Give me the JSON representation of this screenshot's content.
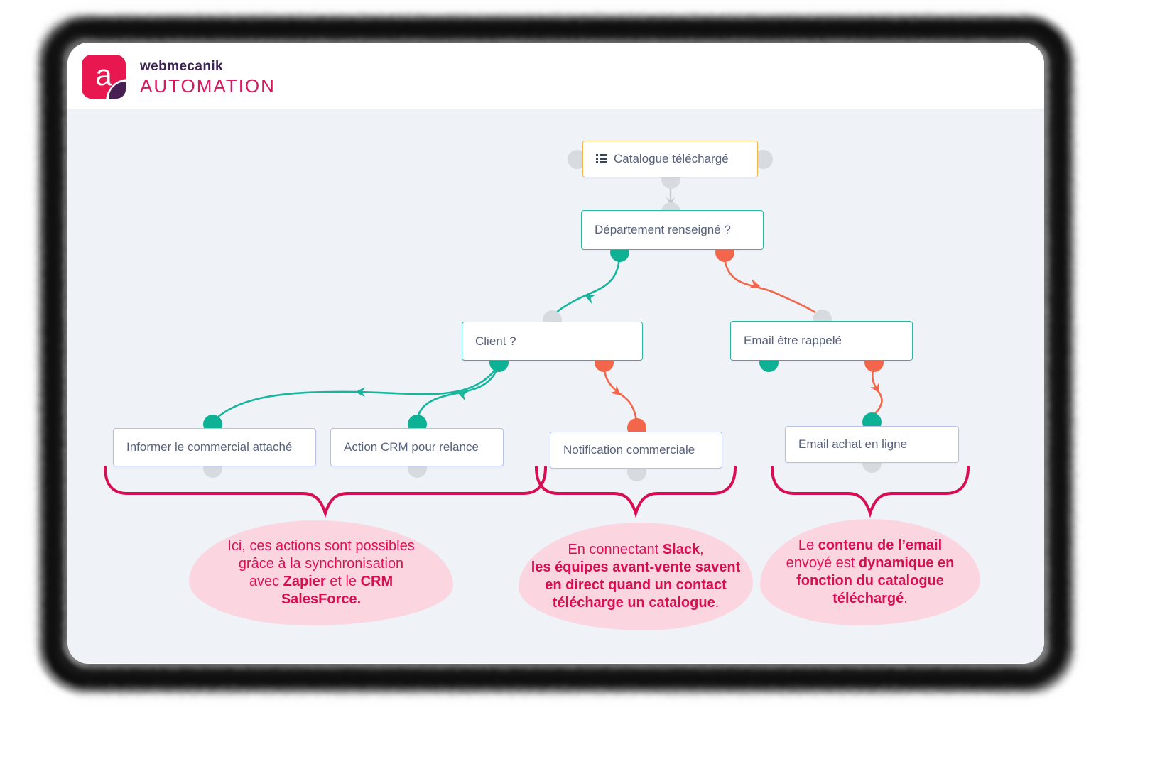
{
  "brand": {
    "logo_letter": "a",
    "name": "webmecanik",
    "product": "AUTOMATION"
  },
  "colors": {
    "teal": "#0fb195",
    "coral": "#f4664c",
    "gray_dot": "#d7dbe0",
    "crimson": "#d90e52",
    "bubble_pink": "#fbd6e0",
    "source_border": "#f2b64a",
    "condition_border": "#2bb7a1",
    "action_border": "#b9c1e9",
    "canvas_bg": "#eff3f8",
    "brand_pink": "#e8174f",
    "brand_purple": "#3d2254"
  },
  "diagram": {
    "nodes": [
      {
        "id": "catalogue",
        "label": "Catalogue téléchargé",
        "type": "source",
        "icon": "list-icon"
      },
      {
        "id": "departement",
        "label": "Département renseigné ?",
        "type": "condition"
      },
      {
        "id": "client",
        "label": "Client ?",
        "type": "condition"
      },
      {
        "id": "email-rappel",
        "label": "Email être rappelé",
        "type": "condition"
      },
      {
        "id": "informer",
        "label": "Informer le commercial attaché",
        "type": "action"
      },
      {
        "id": "action-crm",
        "label": "Action CRM pour relance",
        "type": "action"
      },
      {
        "id": "notification",
        "label": "Notification commerciale",
        "type": "action"
      },
      {
        "id": "email-achat",
        "label": "Email achat en ligne",
        "type": "action"
      }
    ],
    "annotations": [
      {
        "lines": [
          [
            {
              "t": "Ici, ces actions sont possibles"
            }
          ],
          [
            {
              "t": "grâce à la synchronisation"
            }
          ],
          [
            {
              "t": "avec "
            },
            {
              "t": "Zapier",
              "b": true
            },
            {
              "t": " et le "
            },
            {
              "t": "CRM",
              "b": true
            }
          ],
          [
            {
              "t": "SalesForce.",
              "b": true
            }
          ]
        ]
      },
      {
        "lines": [
          [
            {
              "t": "En connectant "
            },
            {
              "t": "Slack",
              "b": true
            },
            {
              "t": ","
            }
          ],
          [
            {
              "t": "les équipes avant-vente savent",
              "b": true
            }
          ],
          [
            {
              "t": "en direct quand un contact",
              "b": true
            }
          ],
          [
            {
              "t": "télécharge un catalogue",
              "b": true
            },
            {
              "t": "."
            }
          ]
        ]
      },
      {
        "lines": [
          [
            {
              "t": "Le "
            },
            {
              "t": "contenu de l’email",
              "b": true
            }
          ],
          [
            {
              "t": "envoyé est "
            },
            {
              "t": "dynamique en",
              "b": true
            }
          ],
          [
            {
              "t": "fonction du catalogue",
              "b": true
            }
          ],
          [
            {
              "t": "téléchargé",
              "b": true
            },
            {
              "t": "."
            }
          ]
        ]
      }
    ]
  }
}
